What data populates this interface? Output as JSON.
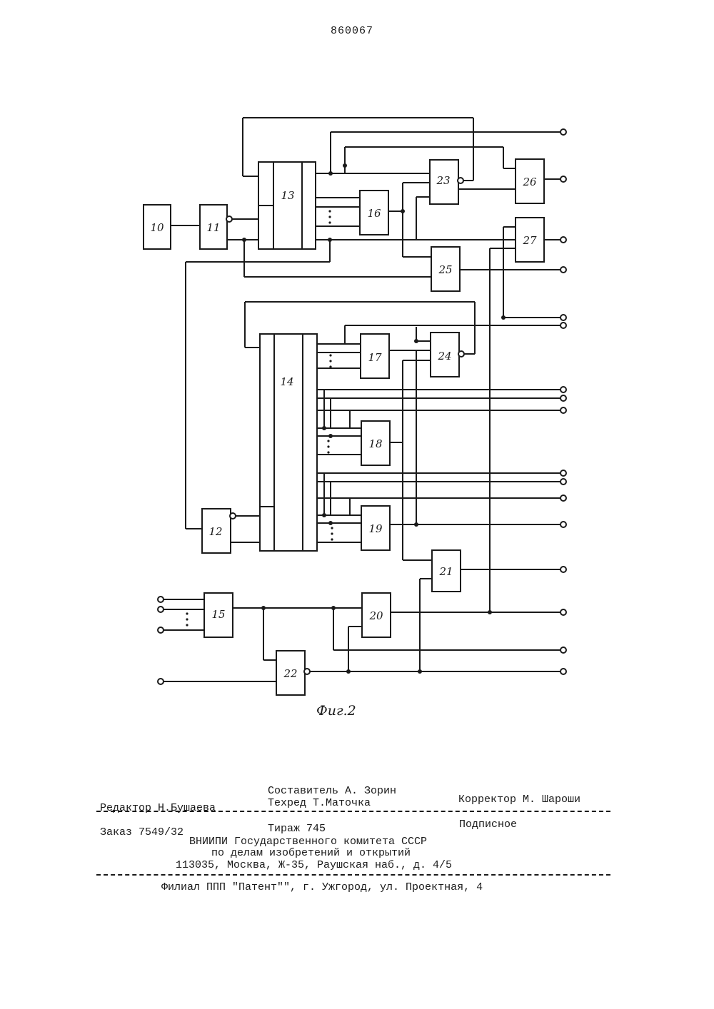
{
  "patent_number": "860067",
  "figure_caption": "Фиг.2",
  "block_labels": [
    "10",
    "11",
    "12",
    "13",
    "14",
    "15",
    "16",
    "17",
    "18",
    "19",
    "20",
    "21",
    "22",
    "23",
    "24",
    "25",
    "26",
    "27"
  ],
  "footer": {
    "editor": "Редактор Н.Бушаева",
    "compiler": "Составитель А. Зорин",
    "techred": "Техред Т.Маточка",
    "corrector": "Корректор М. Шароши",
    "order": "Заказ 7549/32",
    "circulation": "Тираж 745",
    "subscription": "Подписное",
    "org_line1": "ВНИИПИ Государственного комитета СССР",
    "org_line2": "по делам изобретений и открытий",
    "org_address": "113035, Москва, Ж-35, Раушская наб., д. 4/5",
    "branch": "Филиал ППП \"Патент\"\", г. Ужгород, ул. Проектная, 4"
  }
}
